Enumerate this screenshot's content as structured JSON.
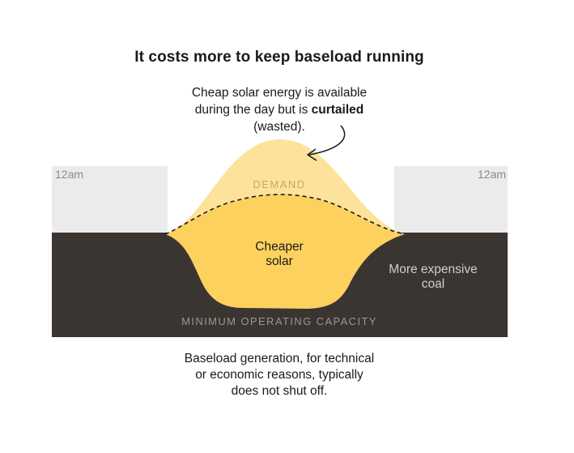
{
  "title": "It costs more to keep baseload running",
  "callout": {
    "line1": "Cheap solar energy is available",
    "line2_prefix": "during the day but is ",
    "line2_bold": "curtailed",
    "line3": "(wasted)."
  },
  "labels": {
    "time_left": "12am",
    "time_right": "12am",
    "demand": "DEMAND",
    "solar_line1": "Cheaper",
    "solar_line2": "solar",
    "coal_line1": "More expensive",
    "coal_line2": "coal",
    "minimum": "MINIMUM OPERATING CAPACITY"
  },
  "footnote": {
    "line1": "Baseload generation, for technical",
    "line2": "or economic reasons, typically",
    "line3": "does not shut off."
  },
  "colors": {
    "background_grey": "#ebebeb",
    "coal": "#3b3532",
    "curtailed_solar": "#fde29b",
    "used_solar": "#fcd15e",
    "text": "#1a1a1a"
  }
}
